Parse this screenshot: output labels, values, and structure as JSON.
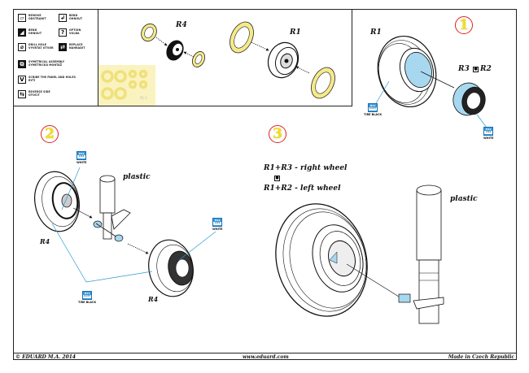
{
  "legend": [
    {
      "icon": "remove-icon",
      "glyph": "▱",
      "lines": [
        "REMOVE",
        "ODSTRANIT"
      ]
    },
    {
      "icon": "bend-icon",
      "glyph": "↲",
      "lines": [
        "BEND",
        "OHNOUT"
      ]
    },
    {
      "icon": "bend-sheet-icon",
      "glyph": "◢",
      "lines": [
        "BEND",
        "OHNOUT"
      ]
    },
    {
      "icon": "option-icon",
      "glyph": "?",
      "lines": [
        "OPTION",
        "VOLBA"
      ]
    },
    {
      "icon": "drill-hole-icon",
      "glyph": "⌀",
      "lines": [
        "DRILL HOLE",
        "VYVRTAT OTVOR"
      ]
    },
    {
      "icon": "replace-icon",
      "glyph": "⇄",
      "lines": [
        "REPLACE",
        "NAHRADIT"
      ]
    },
    {
      "icon": "symmetrical-assembly-icon",
      "glyph": "⧉",
      "lines": [
        "SYMETRICAL ASSEMBLY",
        "SYMETRICKÁ MONTÁŽ"
      ]
    },
    {
      "icon": "scribe-panel-icon",
      "glyph": "V",
      "lines": [
        "SCRIBE THE PANEL AND HOLES",
        "RYTÍ"
      ]
    },
    {
      "icon": "reverse-side-icon",
      "glyph": "⇆",
      "lines": [
        "REVERSE SIDE",
        "OTOČIT"
      ]
    }
  ],
  "inset": {
    "part_r4": "R4",
    "part_r1": "R1",
    "fret_marking": "FE 1"
  },
  "steps": [
    {
      "number": "1"
    },
    {
      "number": "2"
    },
    {
      "number": "3"
    }
  ],
  "step1": {
    "part_r1": "R1",
    "part_r3": "R3",
    "part_r2": "R2",
    "tire_callout": {
      "codes": [
        "H77",
        "C137"
      ],
      "name": "TIRE BLACK"
    },
    "hub_callout": {
      "codes": [
        "H11",
        "C62"
      ],
      "name": "WHITE"
    }
  },
  "step2": {
    "plastic_label": "plastic",
    "part_r4_left": "R4",
    "part_r4_right": "R4",
    "hub_callout_left": {
      "codes": [
        "H11",
        "C62"
      ],
      "name": "WHITE"
    },
    "hub_callout_right": {
      "codes": [
        "H11",
        "C62"
      ],
      "name": "WHITE"
    },
    "tire_callout": {
      "codes": [
        "H77",
        "C137"
      ],
      "name": "TIRE BLACK"
    }
  },
  "step3": {
    "right_wheel": "R1+R3 - right wheel",
    "left_wheel": "R1+R2 - left wheel",
    "plastic_label": "plastic"
  },
  "footer": {
    "copyright": "© EDUARD M.A. 2014",
    "website": "www.eduard.com",
    "origin": "Made in Czech Republic"
  },
  "colors": {
    "photoetch": "#f5ea8a",
    "photoetch_stroke": "#c8b84a",
    "highlight_blue": "#a8d8f0",
    "callout_blue": "#3a9ad9",
    "leader_blue": "#2a9ad0",
    "step_circle": "#dd2222",
    "step_digit": "#f2e020"
  }
}
